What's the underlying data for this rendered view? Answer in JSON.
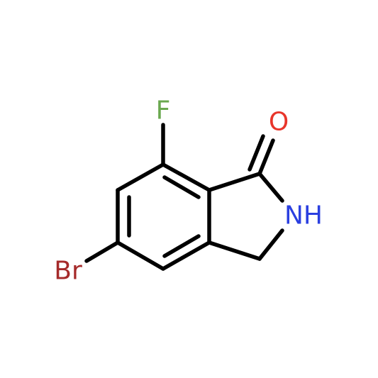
{
  "molecule": {
    "atoms": [
      {
        "id": "F",
        "label": "F",
        "color": "#6aa84f"
      },
      {
        "id": "O",
        "label": "O",
        "color": "#e8352a"
      },
      {
        "id": "NH",
        "label": "NH",
        "color": "#2a3fe0"
      },
      {
        "id": "Br",
        "label": "Br",
        "color": "#a52a2a"
      }
    ],
    "colors": {
      "bond": "#000000",
      "background": "#ffffff"
    }
  }
}
